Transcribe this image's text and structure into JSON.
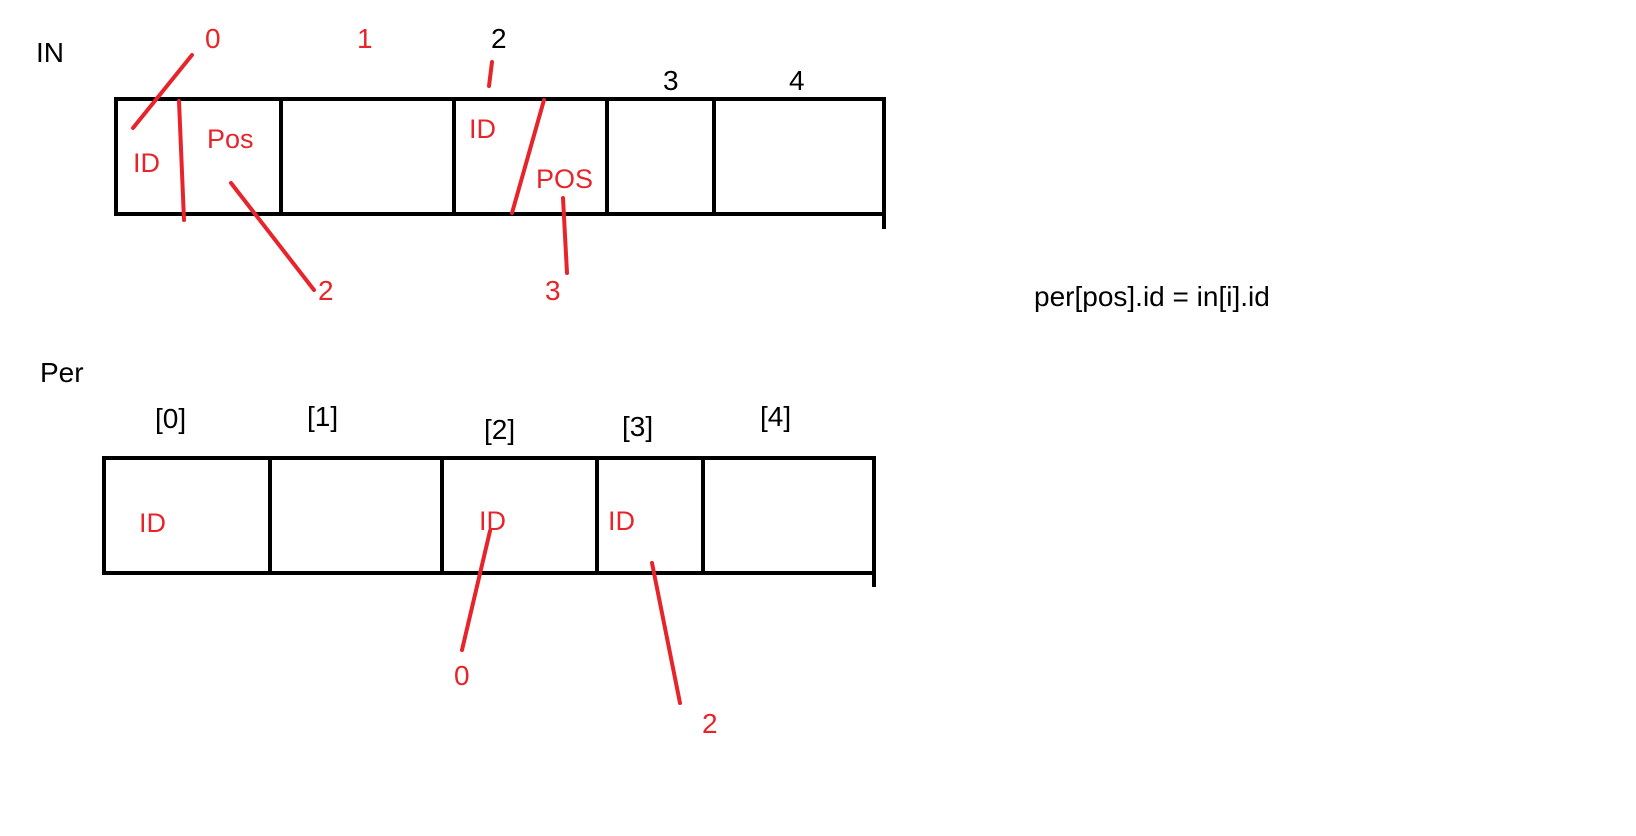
{
  "colors": {
    "ink": "#000000",
    "annotation": "#e8242b",
    "background": "#ffffff"
  },
  "in_array": {
    "title": "IN",
    "indices": [
      "0",
      "1",
      "2",
      "3",
      "4"
    ],
    "cells": [
      {
        "id_label": "ID",
        "pos_label": "Pos",
        "pos_value": "2"
      },
      {},
      {
        "id_label": "ID",
        "pos_label": "POS",
        "pos_value": "3"
      },
      {},
      {}
    ]
  },
  "per_array": {
    "title": "Per",
    "indices": [
      "[0]",
      "[1]",
      "[2]",
      "[3]",
      "[4]"
    ],
    "cells": [
      {
        "id_label": "ID"
      },
      {},
      {
        "id_label": "ID",
        "id_value": "0"
      },
      {
        "id_label": "ID",
        "id_value": "2"
      },
      {}
    ]
  },
  "formula": "per[pos].id = in[i].id"
}
